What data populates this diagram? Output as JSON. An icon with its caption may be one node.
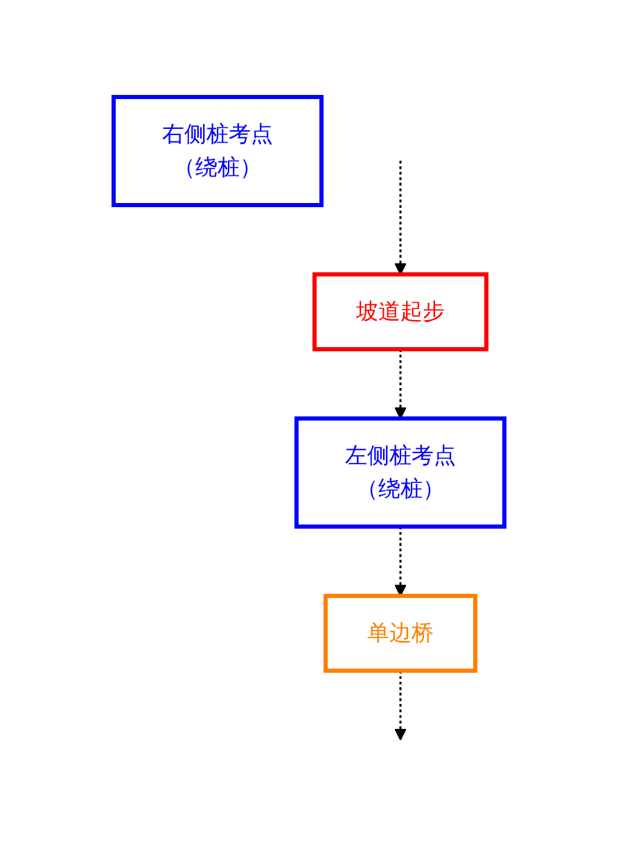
{
  "diagram": {
    "nodes": [
      {
        "text": [
          "左侧桩考点（绕桩）"
        ]
      },
      {
        "text": [
          "右侧桩考点（绕桩）"
        ]
      },
      {
        "text": [
          "单边桥"
        ]
      },
      {
        "text": [
          "坡道起步"
        ]
      }
    ],
    "edges": [
      {
        "from": null,
        "to": 3,
        "arrow": "to",
        "style": "dashed"
      },
      {
        "from": 3,
        "to": 0,
        "arrow": "to",
        "style": "dashed"
      },
      {
        "from": 0,
        "to": 2,
        "arrow": "to",
        "style": "dashed"
      },
      {
        "from": 2,
        "to": null,
        "arrow": "to",
        "style": "dashed"
      }
    ]
  }
}
